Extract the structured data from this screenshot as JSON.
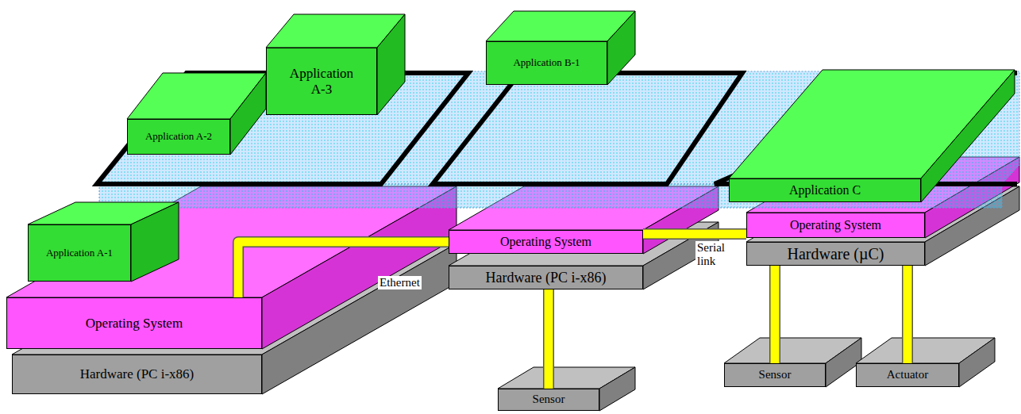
{
  "diagram": {
    "nodes": [
      {
        "text": [
          "Application A-2"
        ]
      },
      {
        "text": [
          "Application A-3"
        ]
      },
      {
        "text": [
          "Application B-1"
        ]
      },
      {
        "text": [
          "Application C"
        ]
      },
      {
        "text": [
          "Application A-1"
        ]
      },
      {
        "text": [
          "Operating System"
        ]
      },
      {
        "text": [
          "Hardware (PC i-x86)"
        ]
      },
      {
        "text": [
          "Operating System"
        ]
      },
      {
        "text": [
          "Hardware (PC i-x86)"
        ]
      },
      {
        "text": [
          "Sensor"
        ]
      },
      {
        "text": [
          "Operating System"
        ]
      },
      {
        "text": [
          "Hardware (µC)"
        ]
      },
      {
        "text": [
          "Sensor"
        ]
      },
      {
        "text": [
          "Actuator"
        ]
      }
    ],
    "edges": [
      {
        "from": 5,
        "to": 7,
        "arrow": "none",
        "label": "Ethernet"
      },
      {
        "from": 7,
        "to": 10,
        "arrow": "none",
        "label": "Serial link"
      },
      {
        "from": 9,
        "to": 8,
        "arrow": "none"
      },
      {
        "from": 12,
        "to": 11,
        "arrow": "none"
      },
      {
        "from": 13,
        "to": 11,
        "arrow": "none"
      }
    ]
  }
}
